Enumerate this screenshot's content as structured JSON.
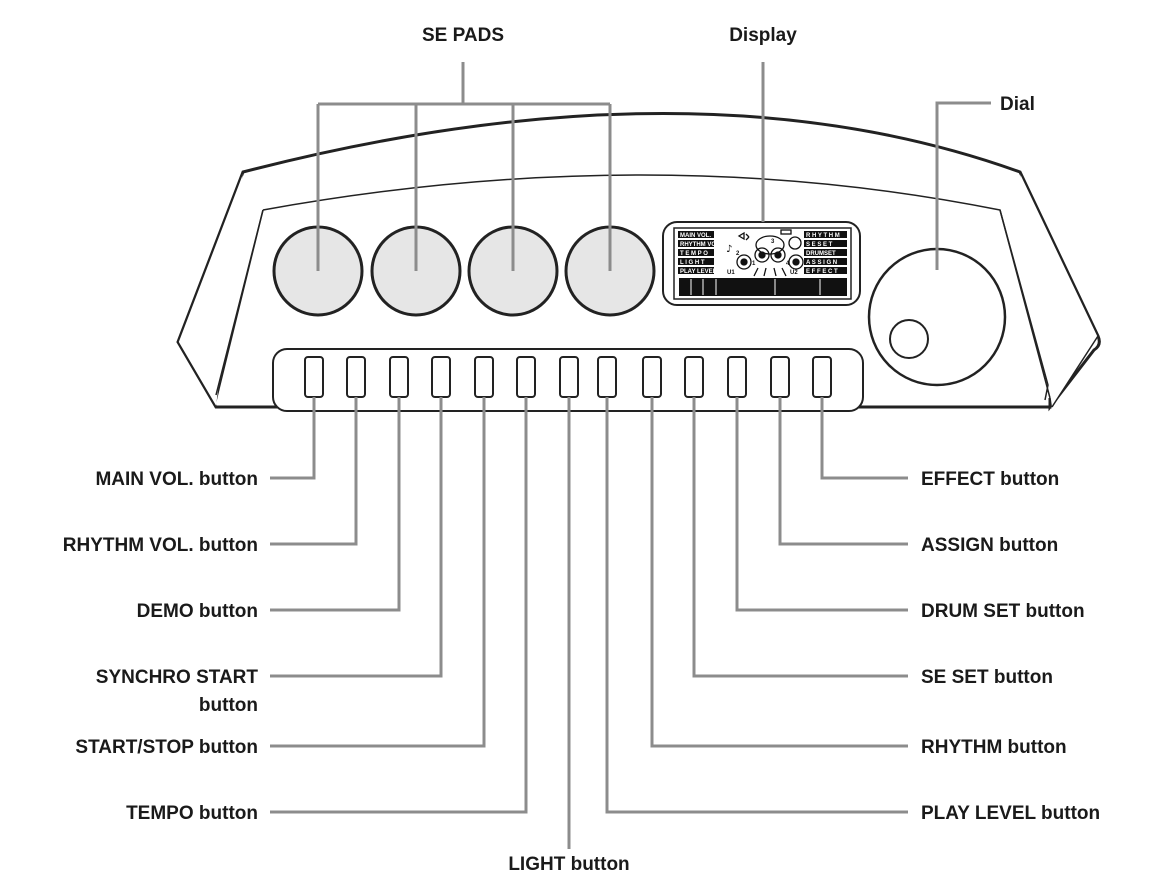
{
  "callouts": {
    "se_pads": "SE PADS",
    "display": "Display",
    "dial": "Dial",
    "main_vol": "MAIN VOL. button",
    "rhythm_vol": "RHYTHM VOL. button",
    "demo": "DEMO button",
    "synchro_start_line1": "SYNCHRO START",
    "synchro_start_line2": "button",
    "start_stop": "START/STOP button",
    "tempo": "TEMPO button",
    "light": "LIGHT button",
    "effect": "EFFECT button",
    "assign": "ASSIGN button",
    "drum_set": "DRUM SET button",
    "se_set": "SE SET button",
    "rhythm": "RHYTHM button",
    "play_level": "PLAY LEVEL button"
  },
  "lcd": {
    "left_labels": [
      "MAIN VOL.",
      "RHYTHM VOL.",
      "T E M P O",
      "L I G H T",
      "PLAY LEVEL"
    ],
    "right_labels": [
      "R H Y T H M",
      "S E S E T",
      "DRUMSET",
      "A S S I G N",
      "E F F E C T"
    ],
    "u1": "U1",
    "u2": "U2",
    "pad_numbers": [
      "2",
      "3",
      "1",
      "4"
    ]
  },
  "colors": {
    "leader_line": "#8c8c8c",
    "pad_fill": "#e6e6e6",
    "outline": "#222222"
  }
}
